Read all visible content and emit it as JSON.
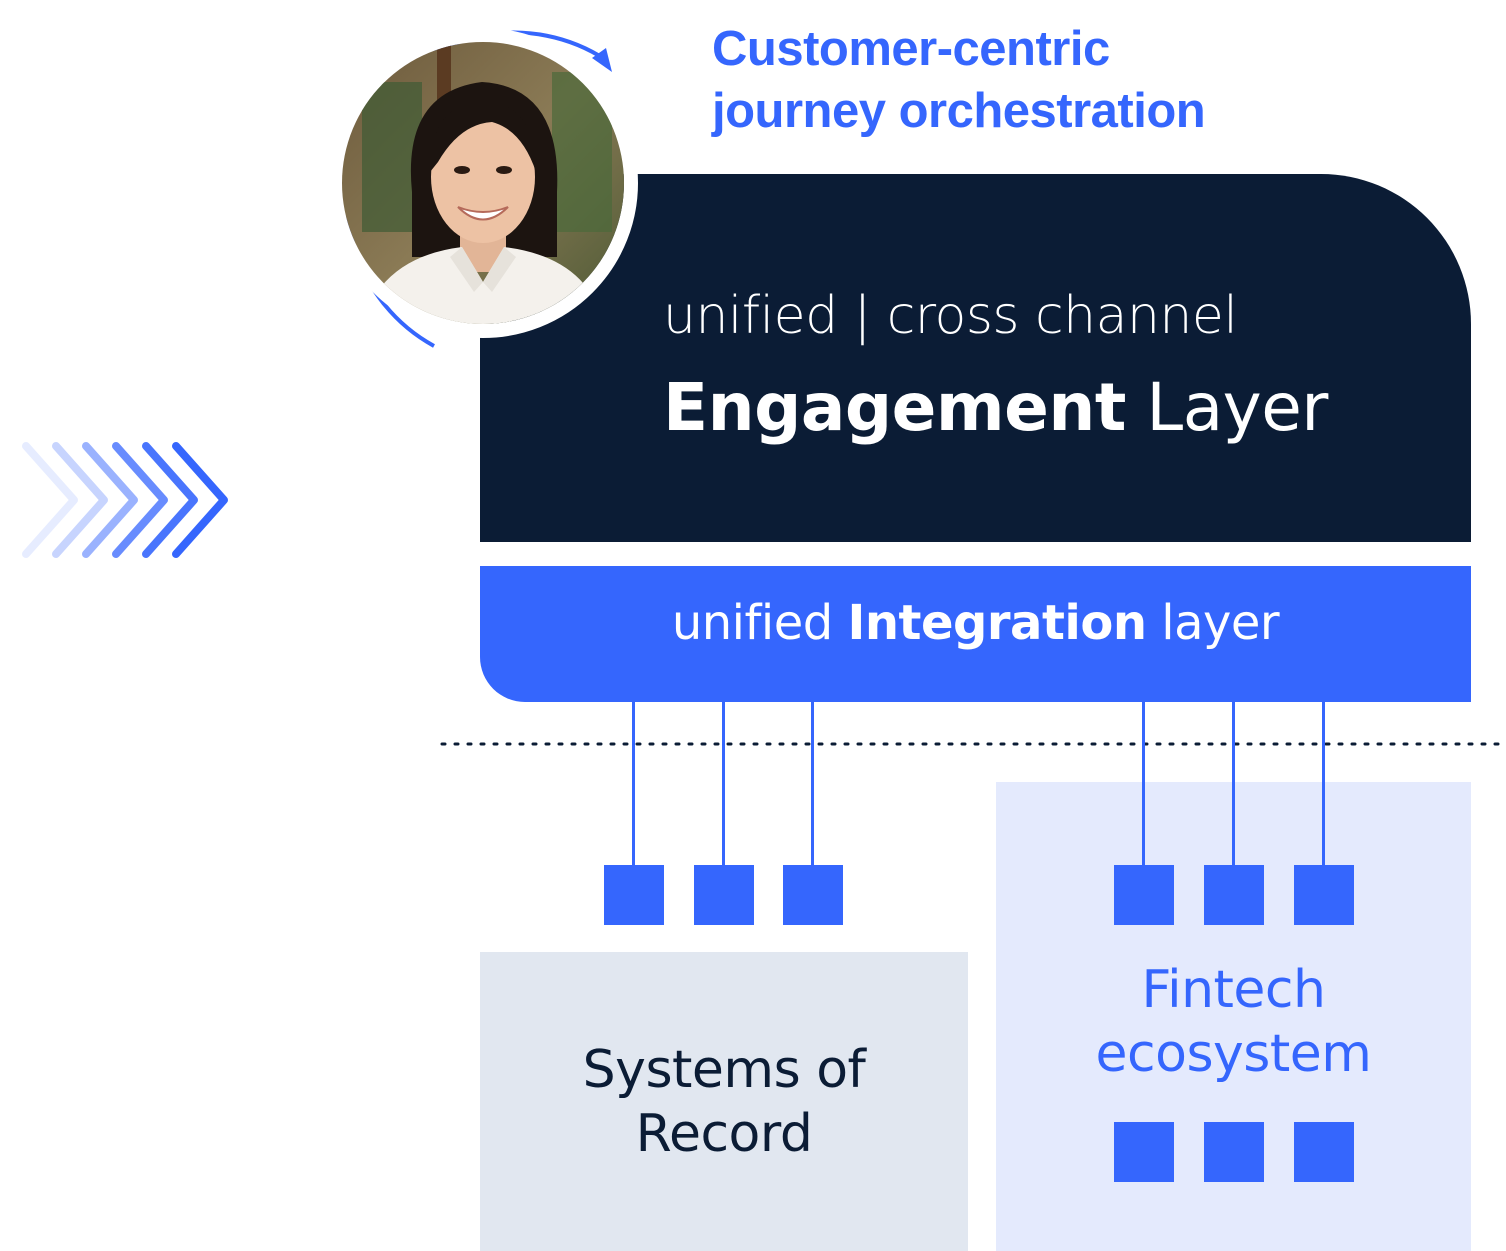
{
  "heading": {
    "line1": "Customer-centric",
    "line2": "journey orchestration"
  },
  "engagement_layer": {
    "subtitle": "unified | cross channel",
    "title_bold": "Engagement",
    "title_rest": " Layer"
  },
  "integration_layer": {
    "prefix": "unified ",
    "bold": "Integration",
    "suffix": " layer"
  },
  "systems_of_record": {
    "line1": "Systems of",
    "line2": "Record"
  },
  "fintech_ecosystem": {
    "line1": "Fintech",
    "line2": "ecosystem"
  },
  "colors": {
    "accent": "#3566fd",
    "navy": "#0b1c35",
    "sor_bg": "#e1e7f0",
    "fintech_bg": "#e4eafd"
  },
  "icons": [
    "portrait-photo",
    "orbit-arrow-icon",
    "chevrons-right-icon",
    "connector-node-icon"
  ]
}
